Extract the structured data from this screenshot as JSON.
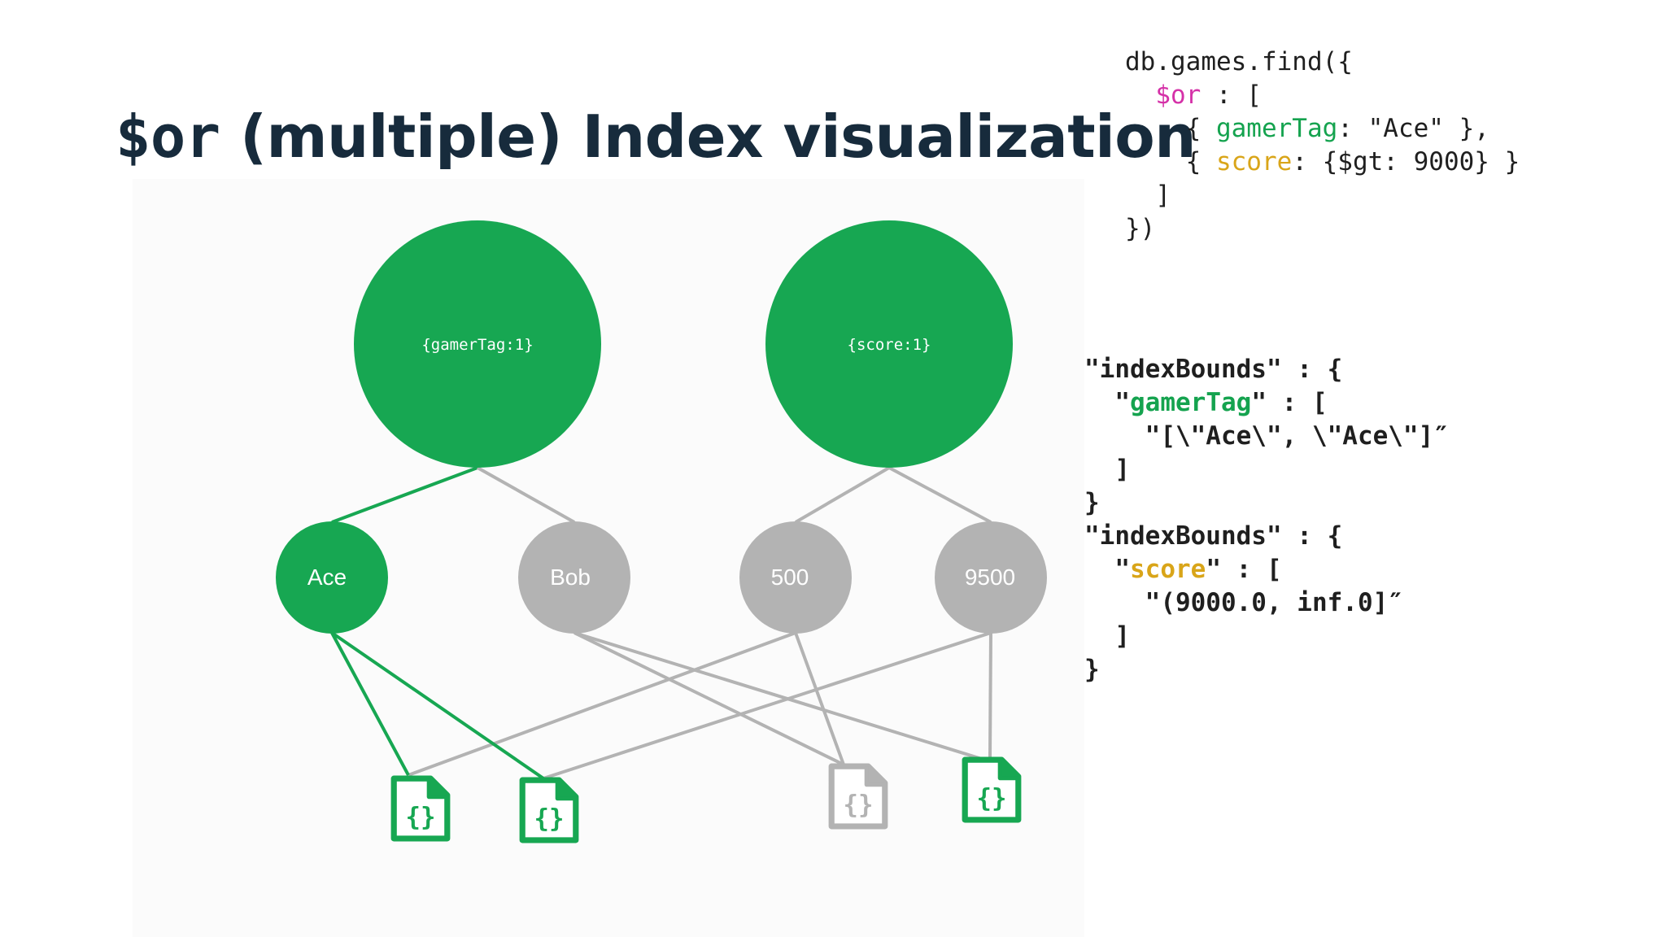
{
  "title": {
    "prefix": "$or",
    "rest": " (multiple) Index visualization"
  },
  "query_code": {
    "line1": "db.games.find({",
    "or_key": "$or",
    "or_rest": " : [",
    "cond1_open": "{ ",
    "cond1_key": "gamerTag",
    "cond1_rest": ": \"Ace\" },",
    "cond2_open": "{ ",
    "cond2_key": "score",
    "cond2_rest": ": {$gt: 9000} }",
    "close_bracket": "]",
    "close_call": "})"
  },
  "bounds_code": {
    "b1_header": "\"indexBounds\" : {",
    "b1_key_quote_open": "\"",
    "b1_key": "gamerTag",
    "b1_key_rest": "\" : [",
    "b1_value": "\"[\\\"Ace\\\", \\\"Ace\\\"]″",
    "b1_close_bracket": "]",
    "b1_close_brace": "}",
    "b2_header": "\"indexBounds\" : {",
    "b2_key_quote_open": "\"",
    "b2_key": "score",
    "b2_key_rest": "\" : [",
    "b2_value": "\"(9000.0, inf.0]″",
    "b2_close_bracket": "]",
    "b2_close_brace": "}"
  },
  "indexes": [
    {
      "label": "{gamerTag:1}",
      "color": "#17a752"
    },
    {
      "label": "{score:1}",
      "color": "#17a752"
    }
  ],
  "keys": [
    {
      "label": "Ace",
      "selected": true
    },
    {
      "label": "Bob",
      "selected": false
    },
    {
      "label": "500",
      "selected": false
    },
    {
      "label": "9500",
      "selected": true
    }
  ],
  "documents": [
    {
      "icon": "json-document-icon",
      "selected": true
    },
    {
      "icon": "json-document-icon",
      "selected": true
    },
    {
      "icon": "json-document-icon",
      "selected": false
    },
    {
      "icon": "json-document-icon",
      "selected": true
    }
  ],
  "colors": {
    "selected": "#17a752",
    "unselected": "#b3b3b3",
    "title": "#172b3c",
    "or_keyword": "#d531a8",
    "gamerTag_keyword": "#15a34f",
    "score_keyword": "#d9a519"
  }
}
